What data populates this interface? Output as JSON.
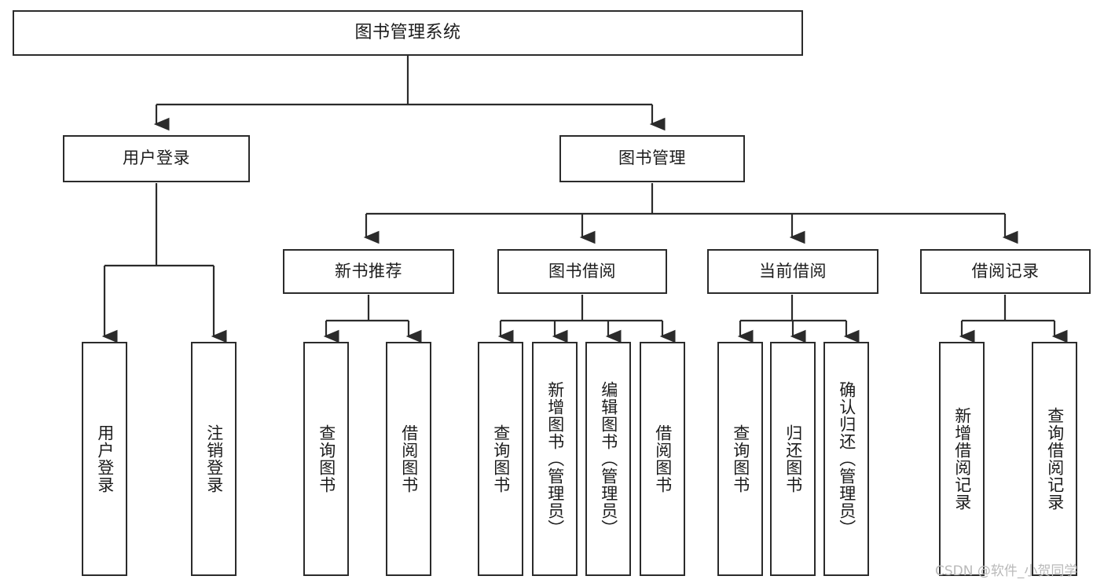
{
  "diagram": {
    "title": "图书管理系统",
    "watermark": "CSDN @软件_小贺同学",
    "stroke_color": "#2b2b2b",
    "fill_color": "#ffffff",
    "background_color": "#ffffff",
    "watermark_color": "#b9b9b9"
  },
  "nodes": {
    "root": {
      "label": "图书管理系统"
    },
    "level1": [
      {
        "label": "用户登录"
      },
      {
        "label": "图书管理"
      }
    ],
    "level2": [
      {
        "label": "新书推荐"
      },
      {
        "label": "图书借阅"
      },
      {
        "label": "当前借阅"
      },
      {
        "label": "借阅记录"
      }
    ],
    "leaves_user_login": [
      {
        "label": "用户登录"
      },
      {
        "label": "注销登录"
      }
    ],
    "leaves_new_book": [
      {
        "label": "查询图书"
      },
      {
        "label": "借阅图书"
      }
    ],
    "leaves_borrow": [
      {
        "label": "查询图书"
      },
      {
        "label": "新增图书（管理员）"
      },
      {
        "label": "编辑图书（管理员）"
      },
      {
        "label": "借阅图书"
      }
    ],
    "leaves_current": [
      {
        "label": "查询图书"
      },
      {
        "label": "归还图书"
      },
      {
        "label": "确认归还（管理员）"
      }
    ],
    "leaves_records": [
      {
        "label": "新增借阅记录"
      },
      {
        "label": "查询借阅记录"
      }
    ]
  }
}
